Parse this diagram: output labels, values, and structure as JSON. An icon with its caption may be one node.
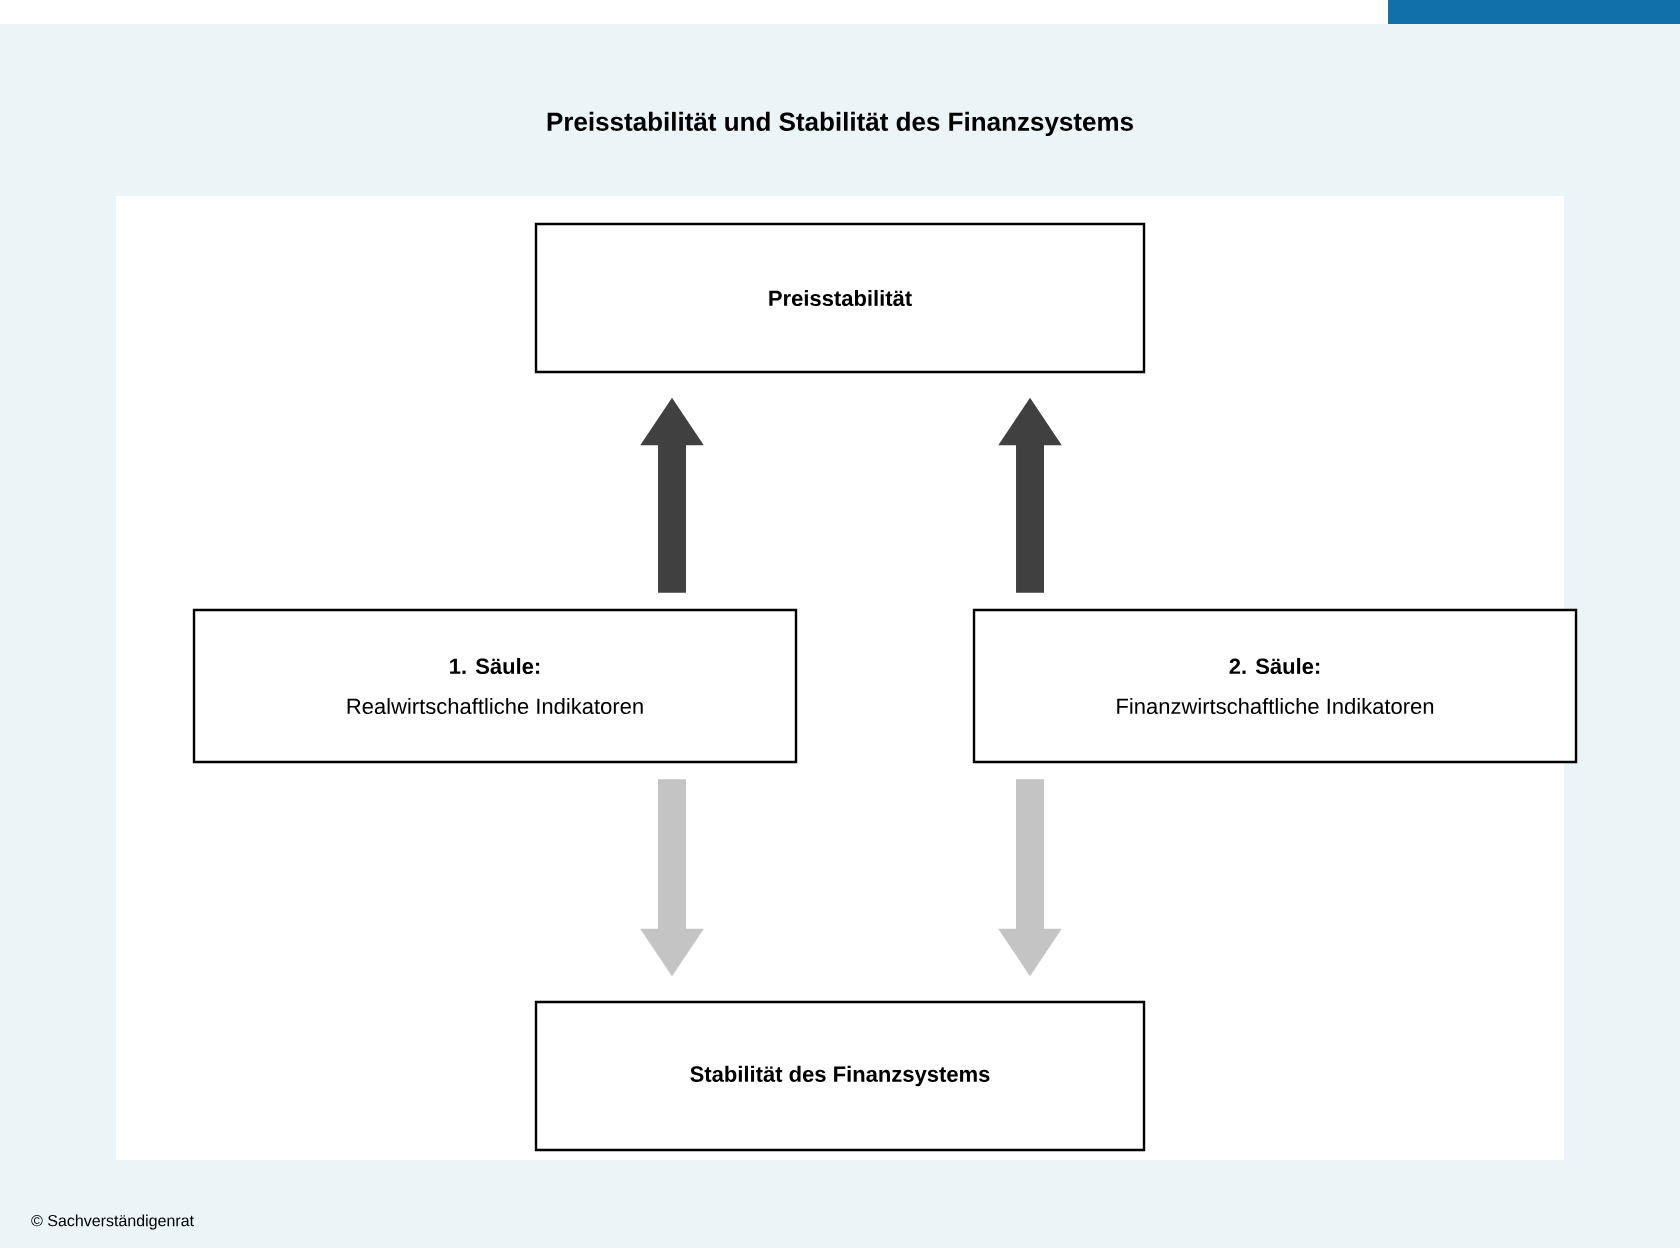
{
  "diagram": {
    "title": "Preisstabilität und Stabilität des Finanzsystems",
    "nodes": [
      {
        "text": [
          "Preisstabilität"
        ]
      },
      {
        "text": [
          "1. Säule:",
          "Realwirtschaftliche Indikatoren"
        ]
      },
      {
        "text": [
          "2. Säule:",
          "Finanzwirtschaftliche Indikatoren"
        ]
      },
      {
        "text": [
          "Stabilität des Finanzsystems"
        ]
      }
    ],
    "edges": [
      {
        "from": 1,
        "to": 0,
        "arrow": "to",
        "color": "#404040"
      },
      {
        "from": 2,
        "to": 0,
        "arrow": "to",
        "color": "#404040"
      },
      {
        "from": 1,
        "to": 3,
        "arrow": "to",
        "color": "#c4c4c4"
      },
      {
        "from": 2,
        "to": 3,
        "arrow": "to",
        "color": "#c4c4c4"
      }
    ],
    "labels": [
      "© Sachverständigenrat"
    ]
  }
}
